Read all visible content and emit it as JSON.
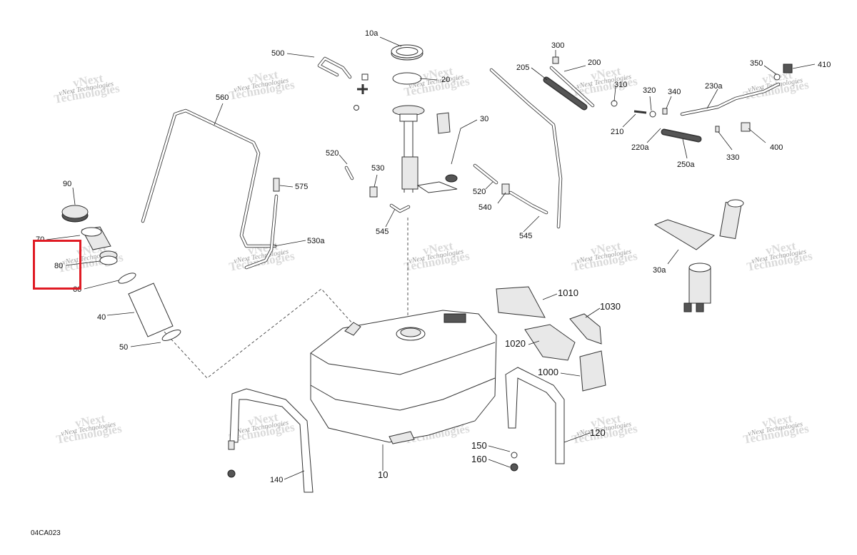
{
  "diagram": {
    "code": "04CA023",
    "watermark": {
      "line1": "vNext",
      "line2": "Technologies",
      "small": "vNext Technologies"
    },
    "highlight_color": "#e01b24",
    "callouts": [
      {
        "id": "10a",
        "text": "10a"
      },
      {
        "id": "500",
        "text": "500"
      },
      {
        "id": "20",
        "text": "20"
      },
      {
        "id": "560",
        "text": "560"
      },
      {
        "id": "30",
        "text": "30"
      },
      {
        "id": "300",
        "text": "300"
      },
      {
        "id": "200",
        "text": "200"
      },
      {
        "id": "205",
        "text": "205"
      },
      {
        "id": "310",
        "text": "310"
      },
      {
        "id": "320",
        "text": "320"
      },
      {
        "id": "340",
        "text": "340"
      },
      {
        "id": "230a",
        "text": "230a"
      },
      {
        "id": "350",
        "text": "350"
      },
      {
        "id": "410",
        "text": "410"
      },
      {
        "id": "210",
        "text": "210"
      },
      {
        "id": "220a",
        "text": "220a"
      },
      {
        "id": "250a",
        "text": "250a"
      },
      {
        "id": "330",
        "text": "330"
      },
      {
        "id": "400",
        "text": "400"
      },
      {
        "id": "520a",
        "text": "520"
      },
      {
        "id": "530",
        "text": "530"
      },
      {
        "id": "575",
        "text": "575"
      },
      {
        "id": "90",
        "text": "90"
      },
      {
        "id": "520b",
        "text": "520"
      },
      {
        "id": "540",
        "text": "540"
      },
      {
        "id": "545a",
        "text": "545"
      },
      {
        "id": "545b",
        "text": "545"
      },
      {
        "id": "530a",
        "text": "530a"
      },
      {
        "id": "70",
        "text": "70"
      },
      {
        "id": "80",
        "text": "80"
      },
      {
        "id": "60",
        "text": "60"
      },
      {
        "id": "30a",
        "text": "30a"
      },
      {
        "id": "40",
        "text": "40"
      },
      {
        "id": "1010",
        "text": "1010"
      },
      {
        "id": "1030",
        "text": "1030"
      },
      {
        "id": "1020",
        "text": "1020"
      },
      {
        "id": "50",
        "text": "50"
      },
      {
        "id": "1000",
        "text": "1000"
      },
      {
        "id": "120",
        "text": "120"
      },
      {
        "id": "150",
        "text": "150"
      },
      {
        "id": "160",
        "text": "160"
      },
      {
        "id": "140",
        "text": "140"
      },
      {
        "id": "10",
        "text": "10"
      }
    ]
  }
}
